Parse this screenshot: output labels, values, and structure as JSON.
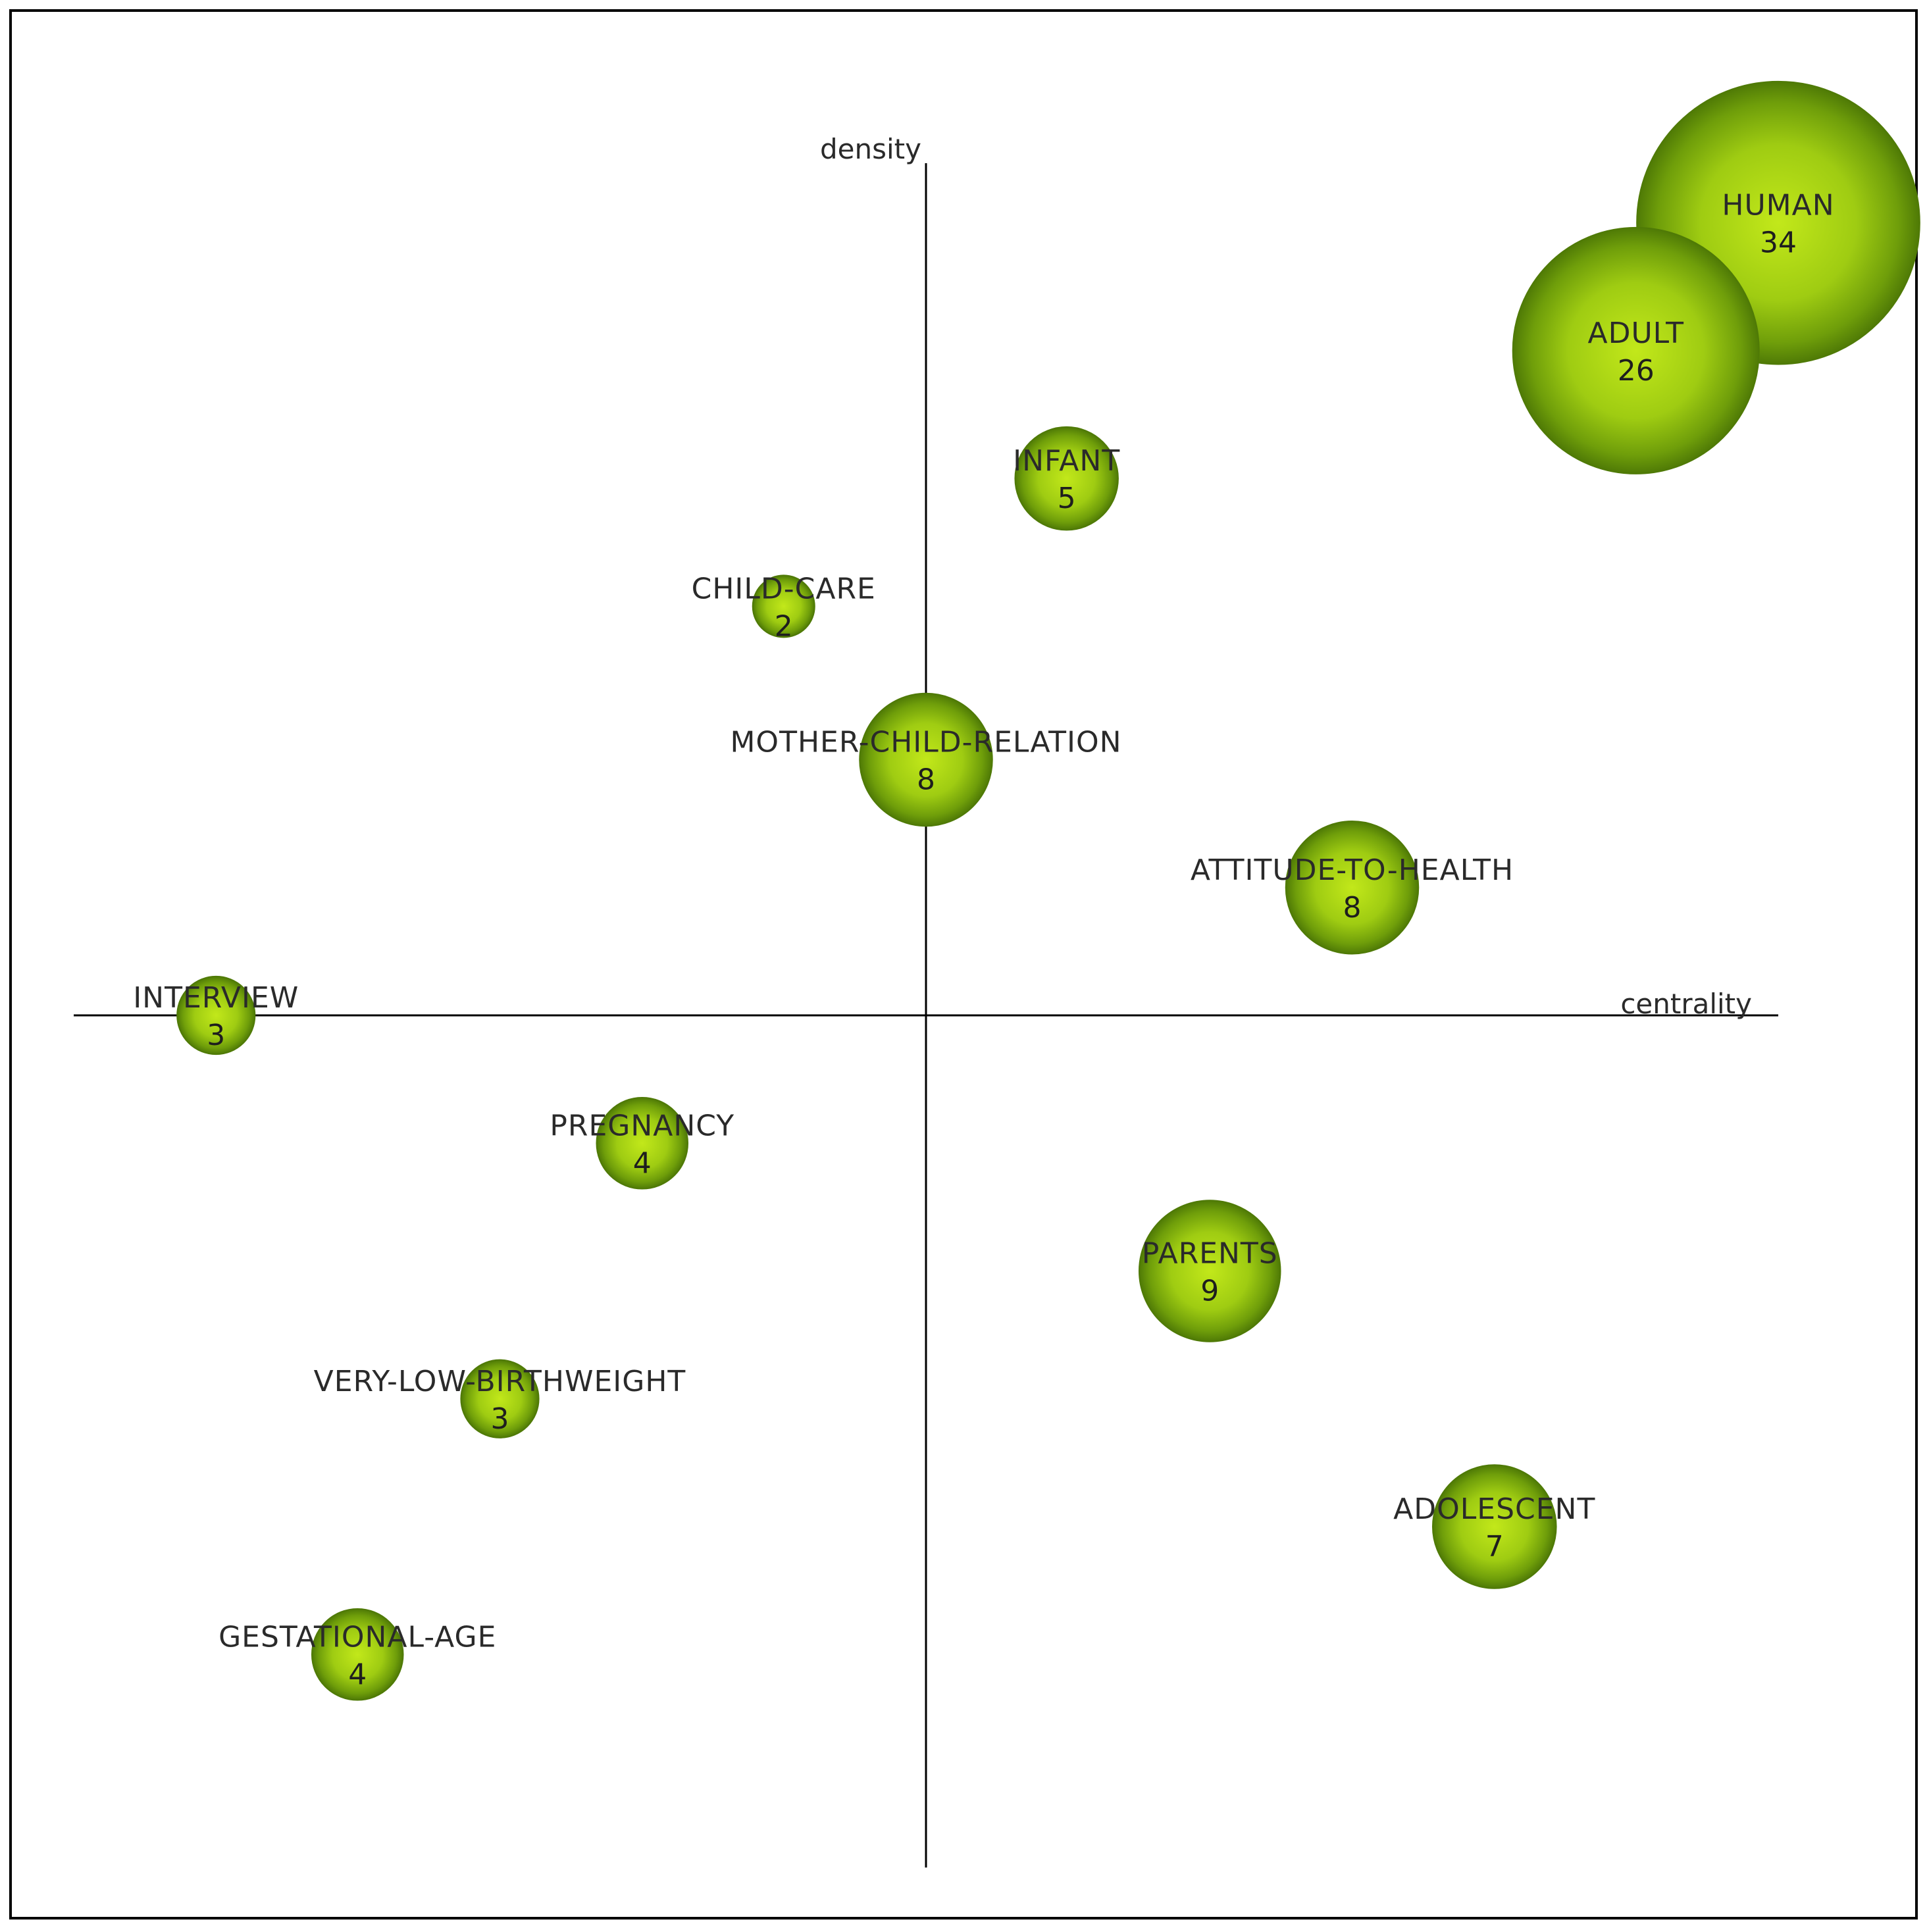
{
  "chart_data": {
    "type": "scatter",
    "title": "",
    "xlabel": "centrality",
    "ylabel": "density",
    "xlim": [
      -1.0,
      1.0
    ],
    "ylim": [
      -1.0,
      1.0
    ],
    "grid": false,
    "legend": "none",
    "bubble_color": "#8fbf10",
    "bubble_color_dark": "#4f7a06",
    "points": [
      {
        "label": "HUMAN",
        "value": 34,
        "x": 1.0,
        "y": 0.93
      },
      {
        "label": "ADULT",
        "value": 26,
        "x": 0.833,
        "y": 0.78
      },
      {
        "label": "INFANT",
        "value": 5,
        "x": 0.165,
        "y": 0.63
      },
      {
        "label": "CHILD-CARE",
        "value": 2,
        "x": -0.167,
        "y": 0.48
      },
      {
        "label": "MOTHER-CHILD-RELATION",
        "value": 8,
        "x": 0.0,
        "y": 0.3
      },
      {
        "label": "ATTITUDE-TO-HEALTH",
        "value": 8,
        "x": 0.5,
        "y": 0.15
      },
      {
        "label": "INTERVIEW",
        "value": 3,
        "x": -0.833,
        "y": 0.0
      },
      {
        "label": "PREGNANCY",
        "value": 4,
        "x": -0.333,
        "y": -0.15
      },
      {
        "label": "PARENTS",
        "value": 9,
        "x": 0.333,
        "y": -0.3
      },
      {
        "label": "VERY-LOW-BIRTHWEIGHT",
        "value": 3,
        "x": -0.5,
        "y": -0.45
      },
      {
        "label": "ADOLESCENT",
        "value": 7,
        "x": 0.667,
        "y": -0.6
      },
      {
        "label": "GESTATIONAL-AGE",
        "value": 4,
        "x": -0.667,
        "y": -0.75
      }
    ]
  }
}
